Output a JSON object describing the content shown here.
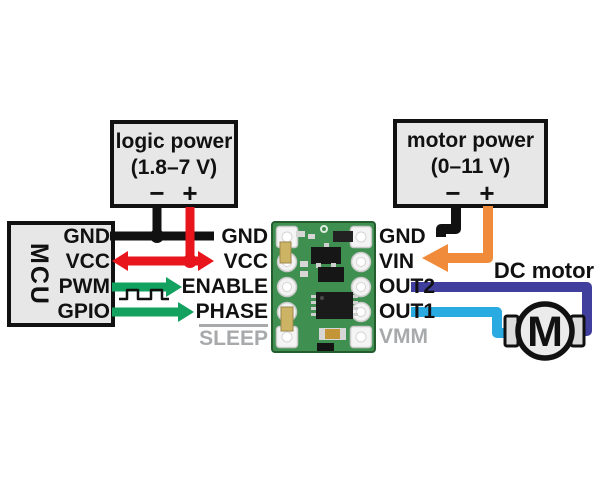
{
  "colors": {
    "black": "#111111",
    "red": "#e9151d",
    "green": "#12a15e",
    "orange": "#ef8b3a",
    "navy": "#413f9d",
    "cyan": "#29abe2",
    "gray_label": "#a7a9ab",
    "box_fill": "#e7e7e7",
    "pcb_green": "#3f9050"
  },
  "logic_power": {
    "title": "logic power",
    "range": "(1.8–7 V)",
    "minus": "−",
    "plus": "+"
  },
  "motor_power": {
    "title": "motor power",
    "range": "(0–11 V)",
    "minus": "−",
    "plus": "+"
  },
  "mcu": {
    "title": "MCU",
    "pins": [
      "GND",
      "VCC",
      "PWM",
      "GPIO"
    ]
  },
  "driver_board": {
    "left_pins": [
      "GND",
      "VCC",
      "ENABLE",
      "PHASE",
      "SLEEP"
    ],
    "right_pins": [
      "GND",
      "VIN",
      "OUT2",
      "OUT1",
      "VMM"
    ]
  },
  "dc_motor": {
    "label": "DC motor",
    "symbol": "M"
  }
}
